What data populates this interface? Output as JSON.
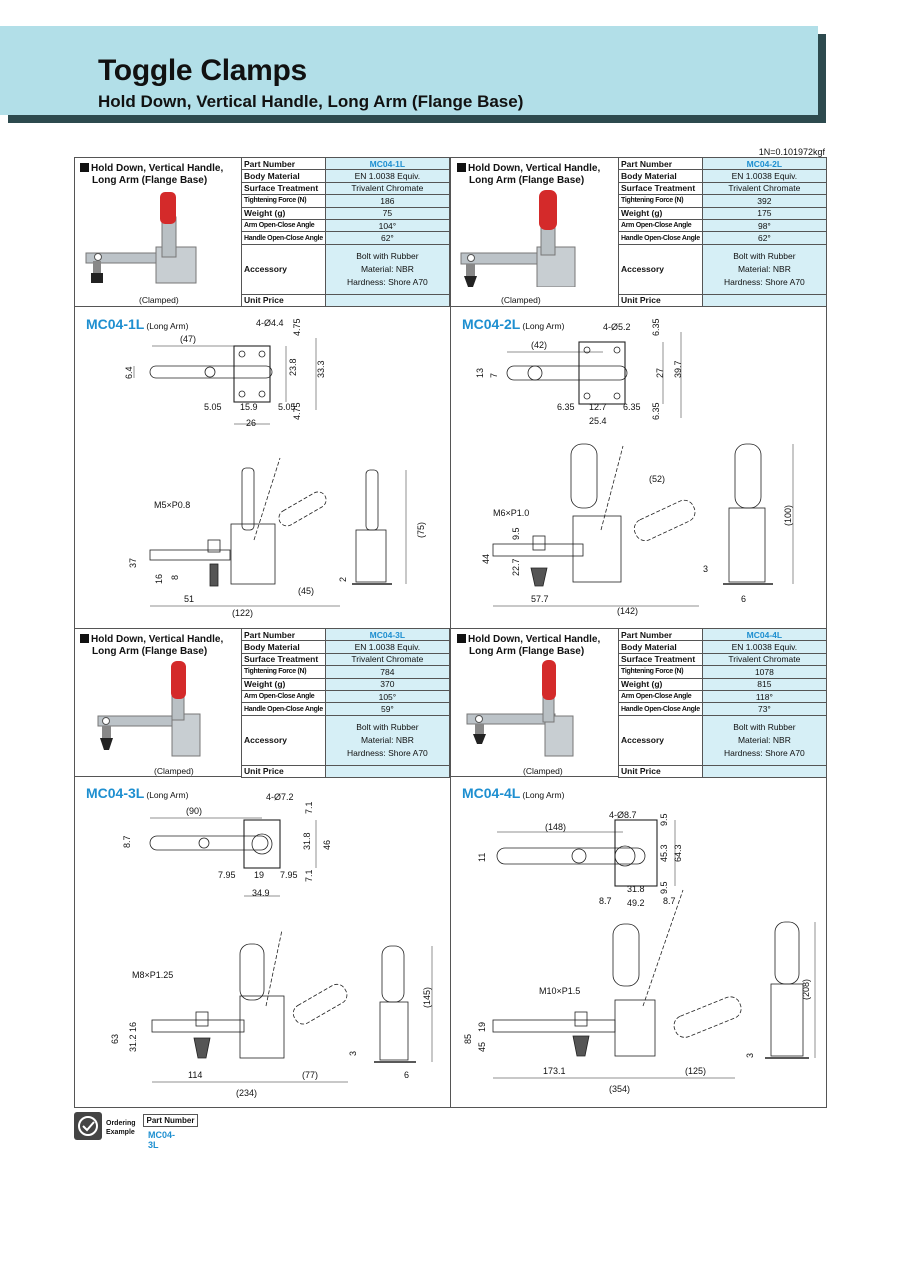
{
  "header": {
    "title": "Toggle Clamps",
    "subtitle": "Hold Down, Vertical Handle, Long Arm (Flange Base)",
    "unit_note": "1N=0.101972kgf"
  },
  "spec_labels": {
    "part_number": "Part Number",
    "body_material": "Body Material",
    "surface_treatment": "Surface Treatment",
    "tightening_force": "Tightening Force (N)",
    "weight": "Weight (g)",
    "arm_angle": "Arm Open-Close Angle",
    "handle_angle": "Handle Open-Close Angle",
    "accessory": "Accessory",
    "unit_price": "Unit Price"
  },
  "products": [
    {
      "block_title_1": "Hold Down, Vertical Handle,",
      "block_title_2": "Long Arm (Flange Base)",
      "clamped": "(Clamped)",
      "part_number": "MC04-1L",
      "body_material": "EN 1.0038 Equiv.",
      "surface_treatment": "Trivalent Chromate",
      "tightening_force": "186",
      "weight": "75",
      "arm_angle": "104°",
      "handle_angle": "62°",
      "accessory_1": "Bolt with Rubber",
      "accessory_2": "Material: NBR",
      "accessory_3": "Hardness: Shore A70",
      "unit_price": "",
      "drawing_title": "MC04-1L",
      "drawing_subtitle": "(Long Arm)",
      "dims": {
        "hole": "4-Ø4.4",
        "arm": "(47)",
        "a": "6.4",
        "b": "23.8",
        "c": "33.3",
        "d": "4.75",
        "e": "4.75",
        "f": "5.05",
        "g": "15.9",
        "h": "5.05",
        "i": "26",
        "thread": "M5×P0.8",
        "j": "37",
        "k": "16",
        "l": "8",
        "m": "51",
        "n": "(45)",
        "o": "(122)",
        "p": "(75)",
        "q": "2"
      }
    },
    {
      "block_title_1": "Hold Down, Vertical Handle,",
      "block_title_2": "Long Arm (Flange Base)",
      "clamped": "(Clamped)",
      "part_number": "MC04-2L",
      "body_material": "EN 1.0038 Equiv.",
      "surface_treatment": "Trivalent Chromate",
      "tightening_force": "392",
      "weight": "175",
      "arm_angle": "98°",
      "handle_angle": "62°",
      "accessory_1": "Bolt with Rubber",
      "accessory_2": "Material: NBR",
      "accessory_3": "Hardness: Shore A70",
      "unit_price": "",
      "drawing_title": "MC04-2L",
      "drawing_subtitle": "(Long Arm)",
      "dims": {
        "hole": "4-Ø5.2",
        "arm": "(42)",
        "a": "13",
        "b": "7",
        "c": "27",
        "d": "39.7",
        "e": "6.35",
        "f": "6.35",
        "g": "12.7",
        "h": "6.35",
        "i": "25.4",
        "j": "6.35",
        "thread": "M6×P1.0",
        "k": "9.5",
        "l": "44",
        "m": "22.7",
        "n": "57.7",
        "o": "(52)",
        "p": "(142)",
        "q": "(100)",
        "r": "3",
        "s": "6"
      }
    },
    {
      "block_title_1": "Hold Down, Vertical Handle,",
      "block_title_2": "Long Arm (Flange Base)",
      "clamped": "(Clamped)",
      "part_number": "MC04-3L",
      "body_material": "EN 1.0038 Equiv.",
      "surface_treatment": "Trivalent Chromate",
      "tightening_force": "784",
      "weight": "370",
      "arm_angle": "105°",
      "handle_angle": "59°",
      "accessory_1": "Bolt with Rubber",
      "accessory_2": "Material: NBR",
      "accessory_3": "Hardness: Shore A70",
      "unit_price": "",
      "drawing_title": "MC04-3L",
      "drawing_subtitle": "(Long Arm)",
      "dims": {
        "hole": "4-Ø7.2",
        "arm": "(90)",
        "a": "8.7",
        "b": "7.1",
        "c": "31.8",
        "d": "46",
        "e": "7.1",
        "f": "7.95",
        "g": "19",
        "h": "7.95",
        "i": "34.9",
        "thread": "M8×P1.25",
        "j": "63",
        "k": "31.2",
        "l": "16",
        "m": "114",
        "n": "(77)",
        "o": "(234)",
        "p": "(145)",
        "q": "3",
        "r": "6"
      }
    },
    {
      "block_title_1": "Hold Down, Vertical Handle,",
      "block_title_2": "Long Arm (Flange Base)",
      "clamped": "(Clamped)",
      "part_number": "MC04-4L",
      "body_material": "EN 1.0038 Equiv.",
      "surface_treatment": "Trivalent Chromate",
      "tightening_force": "1078",
      "weight": "815",
      "arm_angle": "118°",
      "handle_angle": "73°",
      "accessory_1": "Bolt with Rubber",
      "accessory_2": "Material: NBR",
      "accessory_3": "Hardness: Shore A70",
      "unit_price": "",
      "drawing_title": "MC04-4L",
      "drawing_subtitle": "(Long Arm)",
      "dims": {
        "hole": "4-Ø8.7",
        "arm": "(148)",
        "a": "11",
        "b": "9.5",
        "c": "45.3",
        "d": "64.3",
        "e": "9.5",
        "f": "8.7",
        "g": "31.8",
        "h": "49.2",
        "i": "8.7",
        "thread": "M10×P1.5",
        "j": "85",
        "k": "45",
        "l": "19",
        "m": "173.1",
        "n": "(125)",
        "o": "(354)",
        "p": "(208)",
        "q": "3"
      }
    }
  ],
  "ordering": {
    "label_1": "Ordering",
    "label_2": "Example",
    "pn_header": "Part Number",
    "pn_value": "MC04-3L"
  },
  "colors": {
    "banner": "#b2dfe8",
    "accent": "#1e8fd0",
    "cell": "#d6eff6",
    "handle": "#d42a2a"
  }
}
